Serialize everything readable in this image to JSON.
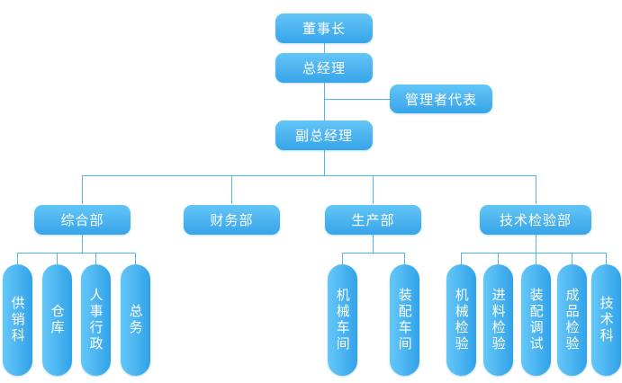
{
  "chart": {
    "type": "org-chart",
    "background_color": "#ffffff",
    "node_color": "#4fb5f0",
    "line_color": "#4fb6ef",
    "text_color": "#ffffff",
    "levels": {
      "level1": {
        "label": "董事长"
      },
      "level2": {
        "label": "总经理"
      },
      "level2_side": {
        "label": "管理者代表"
      },
      "level3": {
        "label": "副总经理"
      }
    },
    "departments": [
      {
        "label": "综合部"
      },
      {
        "label": "财务部"
      },
      {
        "label": "生产部"
      },
      {
        "label": "技术检验部"
      }
    ],
    "units": {
      "general_affairs": [
        {
          "label": "供销科"
        },
        {
          "label": "仓库"
        },
        {
          "label": "人事行政"
        },
        {
          "label": "总务"
        }
      ],
      "finance": [],
      "production": [
        {
          "label": "机械车间"
        },
        {
          "label": "装配车间"
        }
      ],
      "technical_inspection": [
        {
          "label": "机械检验"
        },
        {
          "label": "进料检验"
        },
        {
          "label": "装配调试"
        },
        {
          "label": "成品检验"
        },
        {
          "label": "技术科"
        }
      ]
    }
  }
}
